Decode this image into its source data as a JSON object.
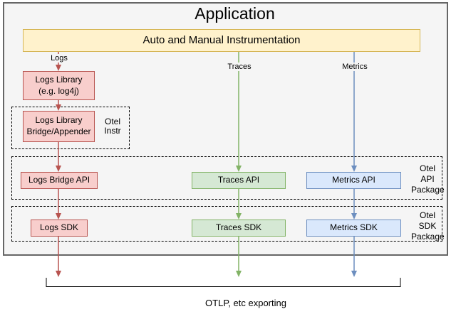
{
  "colors": {
    "app_fill": "#f5f5f5",
    "app_stroke": "#666666",
    "yellow_fill": "#fff2cc",
    "yellow_stroke": "#d6b656",
    "red_fill": "#f8cecc",
    "red_stroke": "#b85450",
    "green_fill": "#d5e8d4",
    "green_stroke": "#82b366",
    "blue_fill": "#dae8fc",
    "blue_stroke": "#6c8ebf",
    "dashed_stroke": "#000000"
  },
  "application": {
    "title": "Application"
  },
  "instrumentation": {
    "label": "Auto and Manual Instrumentation"
  },
  "streams": {
    "logs": "Logs",
    "traces": "Traces",
    "metrics": "Metrics"
  },
  "boxes": {
    "logs_library": "Logs Library\n(e.g. log4j)",
    "logs_bridge": "Logs Library\nBridge/Appender",
    "otel_instr": "Otel\nInstr",
    "logs_bridge_api": "Logs Bridge API",
    "traces_api": "Traces API",
    "metrics_api": "Metrics API",
    "otel_api_package": "Otel\nAPI\nPackage",
    "logs_sdk": "Logs SDK",
    "traces_sdk": "Traces SDK",
    "metrics_sdk": "Metrics SDK",
    "otel_sdk_package": "Otel\nSDK\nPackage"
  },
  "footer": {
    "exporting_label": "OTLP, etc exporting"
  }
}
